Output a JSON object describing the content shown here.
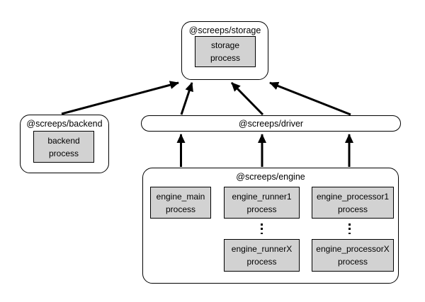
{
  "colors": {
    "background": "#ffffff",
    "node_fill": "#ffffff",
    "node_border": "#000000",
    "process_fill": "#d2d2d2",
    "process_border": "#000000",
    "arrow": "#000000",
    "text": "#000000"
  },
  "nodes": {
    "storage": {
      "label": "@screeps/storage",
      "process": "storage\nprocess"
    },
    "backend": {
      "label": "@screeps/backend",
      "process": "backend\nprocess"
    },
    "driver": {
      "label": "@screeps/driver"
    },
    "engine": {
      "label": "@screeps/engine",
      "processes": {
        "main": "engine_main\nprocess",
        "runner1": "engine_runner1\nprocess",
        "processor1": "engine_processor1\nprocess",
        "runnerX": "engine_runnerX\nprocess",
        "processorX": "engine_processorX\nprocess"
      }
    }
  },
  "icons": {
    "runner_ellipsis": "vertical-ellipsis",
    "processor_ellipsis": "vertical-ellipsis"
  },
  "edges": [
    {
      "from": "@screeps/backend",
      "to": "@screeps/storage"
    },
    {
      "from": "@screeps/driver",
      "to": "@screeps/storage"
    },
    {
      "from": "@screeps/driver",
      "to": "@screeps/storage"
    },
    {
      "from": "@screeps/driver",
      "to": "@screeps/storage"
    },
    {
      "from": "@screeps/engine",
      "to": "@screeps/driver"
    },
    {
      "from": "@screeps/engine",
      "to": "@screeps/driver"
    },
    {
      "from": "@screeps/engine",
      "to": "@screeps/driver"
    }
  ]
}
